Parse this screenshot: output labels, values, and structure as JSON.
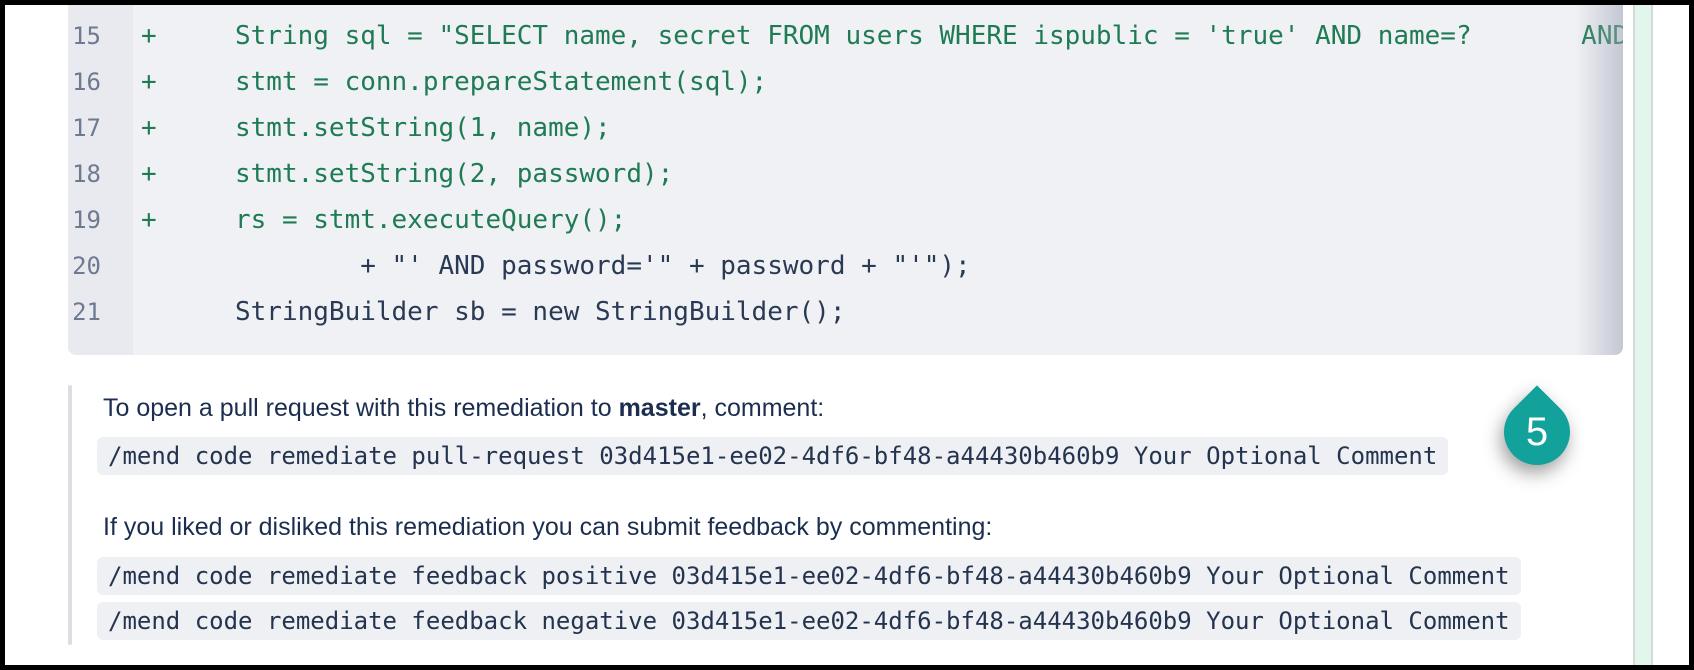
{
  "diff": {
    "lines": [
      {
        "num": "15",
        "marker": "+",
        "code": "String sql = \"SELECT name, secret FROM users WHERE ispublic = 'true' AND name=?       AND"
      },
      {
        "num": "16",
        "marker": "+",
        "code": "stmt = conn.prepareStatement(sql);"
      },
      {
        "num": "17",
        "marker": "+",
        "code": "stmt.setString(1, name);"
      },
      {
        "num": "18",
        "marker": "+",
        "code": "stmt.setString(2, password);"
      },
      {
        "num": "19",
        "marker": "+",
        "code": "rs = stmt.executeQuery();"
      },
      {
        "num": "20",
        "marker": "",
        "code": "        + \"' AND password='\" + password + \"'\");"
      },
      {
        "num": "21",
        "marker": "",
        "code": "StringBuilder sb = new StringBuilder();"
      }
    ]
  },
  "comment": {
    "pr_text_before": "To open a pull request with this remediation to ",
    "pr_branch": "master",
    "pr_text_after": ", comment:",
    "pr_command": "/mend code remediate pull-request 03d415e1-ee02-4df6-bf48-a44430b460b9 Your Optional Comment",
    "feedback_text": "If you liked or disliked this remediation you can submit feedback by commenting:",
    "feedback_positive_command": "/mend code remediate feedback positive 03d415e1-ee02-4df6-bf48-a44430b460b9 Your Optional Comment",
    "feedback_negative_command": "/mend code remediate feedback negative 03d415e1-ee02-4df6-bf48-a44430b460b9 Your Optional Comment"
  },
  "annotation": {
    "badge_number": "5",
    "badge_color": "#12a29b"
  },
  "colors": {
    "added_line_green": "#1e7b53",
    "code_navy": "#2a3a55",
    "prose_navy": "#1c2e4f",
    "diff_background": "#f0f1f4",
    "gutter_background": "#e9eaef",
    "inline_code_background": "#eef0f3",
    "highlight_strip_mint": "#e1f7ec"
  }
}
